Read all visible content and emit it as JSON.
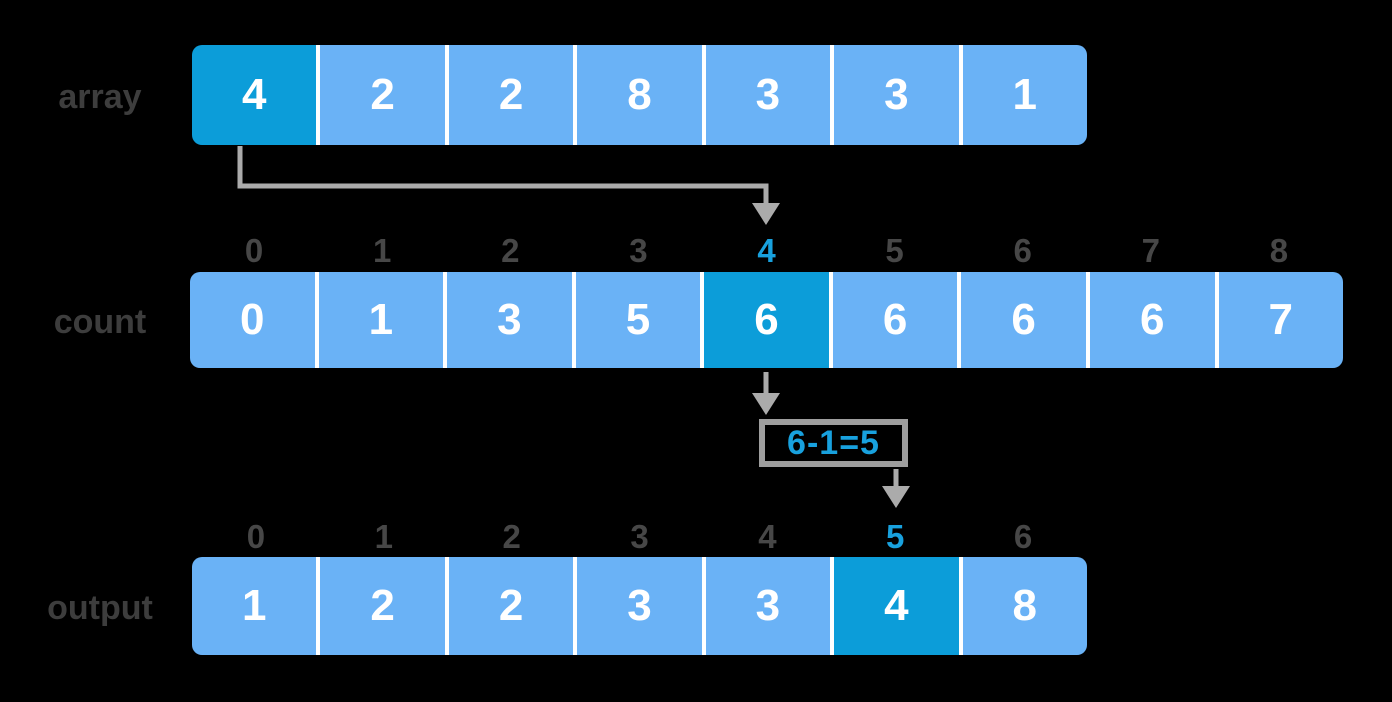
{
  "colors": {
    "bg": "#000000",
    "cell": "#6AB2F6",
    "cell_hl": "#0C9DD9",
    "divider": "#FFFFFF",
    "digit": "#FFFFFF",
    "label_text": "#3D3D3D",
    "index_text": "#474747",
    "accent": "#18A1DE",
    "arrow": "#ABABAB",
    "box_border": "#9E9E9E",
    "shadow": "rgba(128,172,232,0.78)"
  },
  "rows": {
    "array": {
      "label": "array",
      "values": [
        "4",
        "2",
        "2",
        "8",
        "3",
        "3",
        "1"
      ],
      "highlight": 0
    },
    "count": {
      "label": "count",
      "indices": [
        "0",
        "1",
        "2",
        "3",
        "4",
        "5",
        "6",
        "7",
        "8"
      ],
      "values": [
        "0",
        "1",
        "3",
        "5",
        "6",
        "6",
        "6",
        "6",
        "7"
      ],
      "highlight": 4
    },
    "output": {
      "label": "output",
      "indices": [
        "0",
        "1",
        "2",
        "3",
        "4",
        "5",
        "6"
      ],
      "values": [
        "1",
        "2",
        "2",
        "3",
        "3",
        "4",
        "8"
      ],
      "highlight": 5
    }
  },
  "annotation": {
    "formula": "6-1=5"
  }
}
